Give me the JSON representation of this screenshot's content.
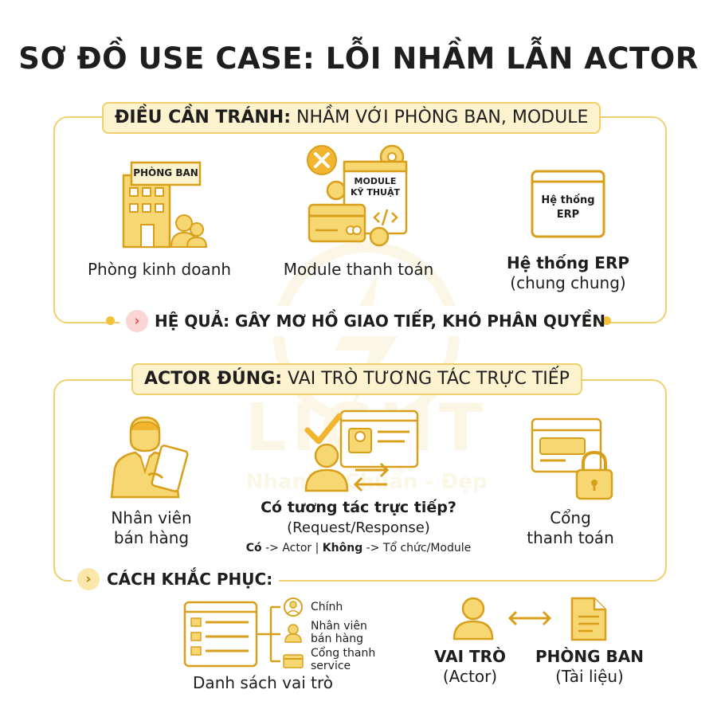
{
  "title": "SƠ ĐỒ USE CASE: LỖI NHẦM LẪN ACTOR",
  "section_avoid": {
    "header_bold": "ĐIỀU CẦN TRÁNH:",
    "header_rest": "NHẦM VỚI PHÒNG BAN, MODULE",
    "items": [
      {
        "icon": "building-icon",
        "sign": "PHÒNG BAN",
        "label": "Phòng kinh doanh"
      },
      {
        "icon": "tech-module-icon",
        "sign_line1": "MODULE",
        "sign_line2": "KỸ THUẬT",
        "label": "Module thanh toán"
      },
      {
        "icon": "erp-screen-icon",
        "sign_line1": "Hệ thống",
        "sign_line2": "ERP",
        "label_bold": "Hệ thống ERP",
        "label_sub": "(chung chung)"
      }
    ],
    "consequence": "HỆ QUẢ: GÂY MƠ HỒ GIAO TIẾP, KHÓ PHÂN QUYỀN"
  },
  "section_correct": {
    "header_bold": "ACTOR ĐÚNG:",
    "header_rest": "VAI TRÒ TƯƠNG TÁC TRỰC TIẾP",
    "items": [
      {
        "icon": "salesperson-icon",
        "label_line1": "Nhân viên",
        "label_line2": "bán hàng"
      },
      {
        "icon": "interaction-check-icon",
        "question": "Có tương tác trực tiếp?",
        "sub": "(Request/Response)",
        "rule_yes": "Có",
        "rule_yes_rest": " -> Actor | ",
        "rule_no": "Không",
        "rule_no_rest": " -> Tổ chức/Module"
      },
      {
        "icon": "payment-gateway-icon",
        "label_line1": "Cổng",
        "label_line2": "thanh toán"
      }
    ]
  },
  "fix": {
    "heading": "CÁCH KHẮC PHỤC:",
    "role_list_label": "Danh sách vai trò",
    "roles": [
      "Chính",
      "Nhân viên bán hàng",
      "Cổng thanh service"
    ],
    "role_left_title": "VAI TRÒ",
    "role_left_sub": "(Actor)",
    "role_right_title": "PHÒNG BAN",
    "role_right_sub": "(Tài liệu)"
  },
  "watermark": {
    "text": "LIGHT",
    "tagline": "Nhanh - Chuẩn - Đẹp"
  },
  "colors": {
    "accent": "#f2c23d",
    "accent_dark": "#d89f1b",
    "panel": "#fdf3cf",
    "warn": "#e04f52",
    "text": "#1e1e1e"
  }
}
